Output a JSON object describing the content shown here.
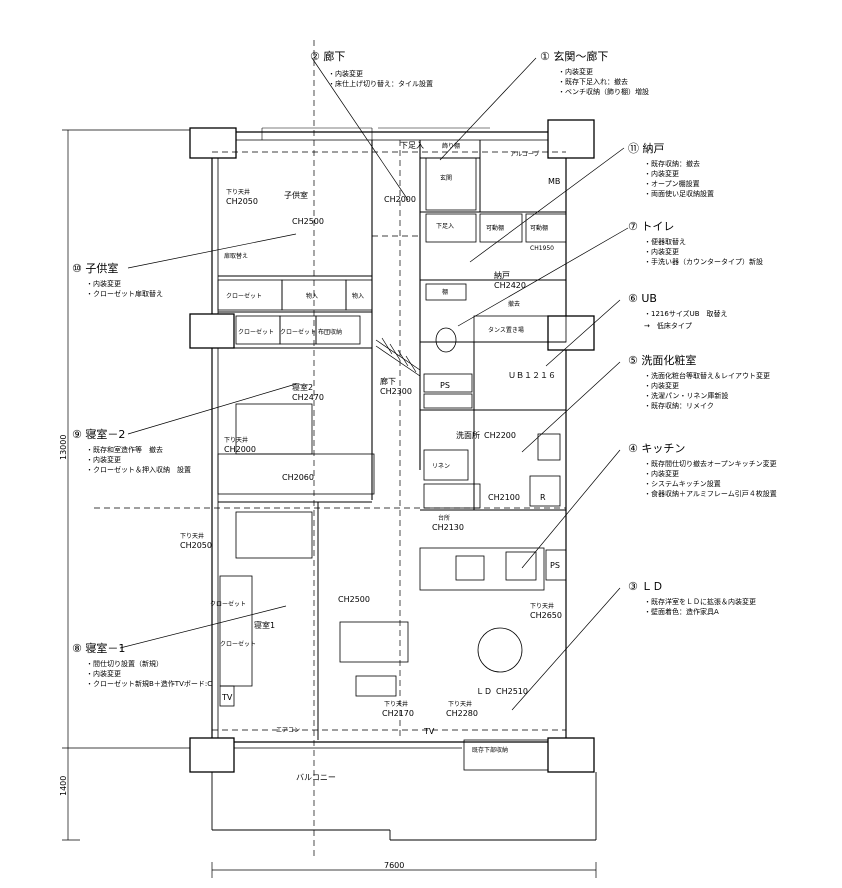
{
  "annotations": [
    {
      "id": "a1",
      "num": "①",
      "title": "玄関～廊下",
      "items": [
        "内装変更",
        "既存下足入れ：撤去",
        "ベンチ収納（飾り棚）増設"
      ]
    },
    {
      "id": "a2",
      "num": "②",
      "title": "廊下",
      "items": [
        "内装変更",
        "床仕上げ切り替え：タイル設置"
      ]
    },
    {
      "id": "a11",
      "num": "⑪",
      "title": "納戸",
      "items": [
        "既存収納：撤去",
        "内装変更",
        "オープン棚設置",
        "両面使い足収納設置"
      ]
    },
    {
      "id": "a7",
      "num": "⑦",
      "title": "トイレ",
      "items": [
        "便器取替え",
        "内装変更",
        "手洗い器（カウンタータイプ）新設"
      ]
    },
    {
      "id": "a6",
      "num": "⑥",
      "title": "UB",
      "items": [
        "1216サイズUB　取替え"
      ],
      "sub": "→　低床タイプ"
    },
    {
      "id": "a5",
      "num": "⑤",
      "title": "洗面化粧室",
      "items": [
        "洗面化粧台等取替え＆レイアウト変更",
        "内装変更",
        "洗濯パン・リネン庫新設",
        "既存収納：リメイク"
      ]
    },
    {
      "id": "a4",
      "num": "④",
      "title": "キッチン",
      "items": [
        "既存間仕切り撤去オープンキッチン変更",
        "内装変更",
        "システムキッチン設置",
        "食器収納＋アルミフレーム引戸４枚設置"
      ]
    },
    {
      "id": "a3",
      "num": "③",
      "title": "ＬＤ",
      "items": [
        "既存洋室をＬＤに拡張＆内装変更",
        "壁面着色：造作家具A"
      ]
    },
    {
      "id": "a10",
      "num": "⑩",
      "title": "子供室",
      "items": [
        "内装変更",
        "クローゼット扉取替え"
      ]
    },
    {
      "id": "a9",
      "num": "⑨",
      "title": "寝室－2",
      "items": [
        "既存和室造作等　撤去",
        "内装変更",
        "クローゼット＆押入収納　設置"
      ]
    },
    {
      "id": "a8",
      "num": "⑧",
      "title": "寝室－1",
      "items": [
        "間仕切り設置（新規）",
        "内装変更",
        "クローゼット新規B＋造作TVボード:C"
      ]
    }
  ],
  "rooms": {
    "child_room": "子供室",
    "ch2500_child": "CH2500",
    "ch2050_child": "CH2050",
    "lowered_ceiling": "下り天井",
    "door_change": "扉取替え",
    "closet": "クローゼット",
    "oshiire": "物入",
    "futon": "布団収納",
    "bedroom2": "寝室2",
    "ch2470": "CH2470",
    "ch2000_b2": "CH2000",
    "ch2060": "CH2060",
    "hallway": "廊下",
    "ch2300": "CH2300",
    "ch2000_hall": "CH2000",
    "entrance": "玄関",
    "shoe": "下足入",
    "kazari": "飾り棚",
    "alcove": "アルコーブ",
    "mb": "MB",
    "kadou": "可動棚",
    "ch1950": "CH1950",
    "nando": "納戸",
    "ch2420": "CH2420",
    "shelf": "棚",
    "remove": "撤去",
    "tansu": "タンス置き場",
    "ps": "PS",
    "ub": "ＵＢ１２１６",
    "wash": "洗面所",
    "ch2200": "CH2200",
    "linen": "リネン",
    "ch2100": "CH2100",
    "kitchen": "台所",
    "ch2130": "CH2130",
    "r": "R",
    "ps2": "PS",
    "ld": "ＬＤ",
    "ch2510": "CH2510",
    "ch2650": "CH2650",
    "ch2500_ld": "CH2500",
    "ch2170": "CH2170",
    "ch2280": "CH2280",
    "bedroom1": "寝室1",
    "ch2050_b1": "CH2050",
    "tv": "TV",
    "tv2": "TV",
    "balcony": "バルコニー",
    "shoes_exist": "既存下部収納",
    "ac": "エアコン"
  },
  "dimensions": {
    "left_total": "13000",
    "left_bottom": "1400",
    "bottom_width": "7600"
  }
}
